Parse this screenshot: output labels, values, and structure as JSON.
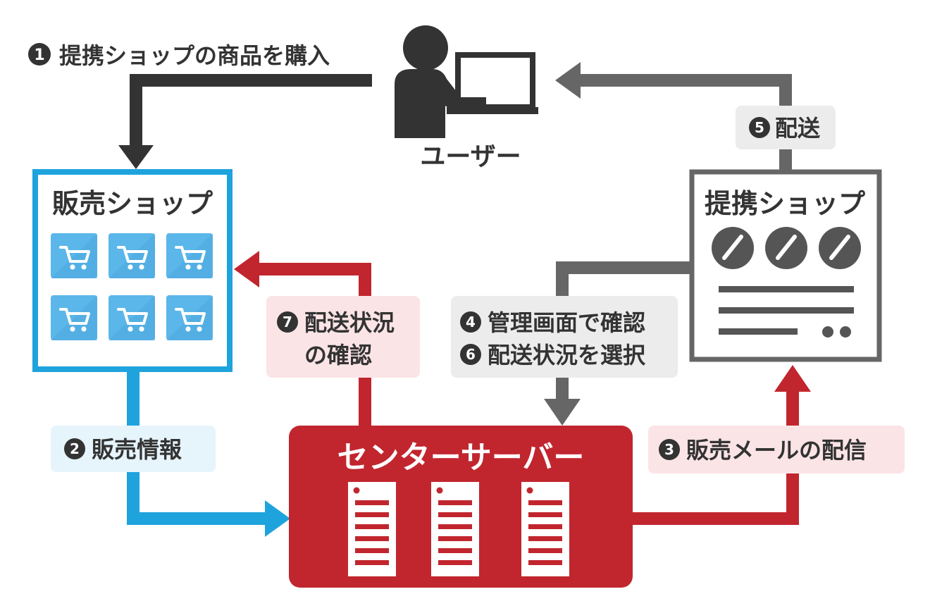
{
  "colors": {
    "dark": "#333333",
    "gray": "#666666",
    "blue": "#1fa3dd",
    "red": "#c1262e",
    "cart": "#5bb6ea",
    "pink_bg": "#fbe4e6",
    "light_blue_bg": "#e6f4fb",
    "gray_bg": "#ececec"
  },
  "user": {
    "label": "ユーザー",
    "icon": "person-at-laptop-icon"
  },
  "sales_shop": {
    "title": "販売ショップ",
    "cart_icon": "shopping-cart-icon"
  },
  "partner_shop": {
    "title": "提携ショップ"
  },
  "center_server": {
    "title": "センターサーバー",
    "icon": "server-rack-icon"
  },
  "steps": {
    "s1": {
      "num": "1",
      "text": "提携ショップの商品を購入"
    },
    "s2": {
      "num": "2",
      "text": "販売情報"
    },
    "s3": {
      "num": "3",
      "text": "販売メールの配信"
    },
    "s4": {
      "num": "4",
      "text": "管理画面で確認"
    },
    "s5": {
      "num": "5",
      "text": "配送"
    },
    "s6": {
      "num": "6",
      "text": "配送状況を選択"
    },
    "s7": {
      "num": "7",
      "line1": "配送状況",
      "line2": "の確認"
    }
  }
}
